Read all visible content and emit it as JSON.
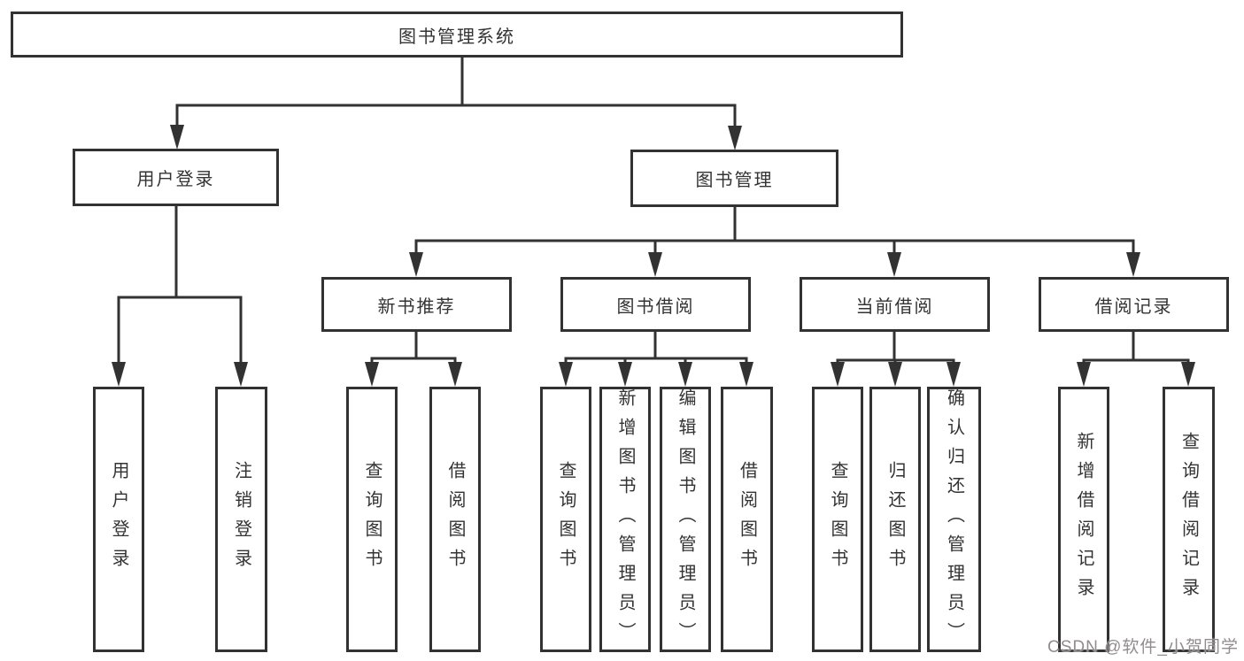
{
  "diagram_title": "图书管理系统",
  "colors": {
    "line": "#323232",
    "box_border": "#323232",
    "text": "#333333",
    "background": "#ffffff",
    "watermark": "#928c8e"
  },
  "tree": {
    "label": "图书管理系统",
    "children": [
      {
        "label": "用户登录",
        "children": [
          {
            "label": "用户登录"
          },
          {
            "label": "注销登录"
          }
        ]
      },
      {
        "label": "图书管理",
        "children": [
          {
            "label": "新书推荐",
            "children": [
              {
                "label": "查询图书"
              },
              {
                "label": "借阅图书"
              }
            ]
          },
          {
            "label": "图书借阅",
            "children": [
              {
                "label": "查询图书"
              },
              {
                "label": "新增图书（管理员）"
              },
              {
                "label": "编辑图书（管理员）"
              },
              {
                "label": "借阅图书"
              }
            ]
          },
          {
            "label": "当前借阅",
            "children": [
              {
                "label": "查询图书"
              },
              {
                "label": "归还图书"
              },
              {
                "label": "确认归还（管理员）"
              }
            ]
          },
          {
            "label": "借阅记录",
            "children": [
              {
                "label": "新增借阅记录"
              },
              {
                "label": "查询借阅记录"
              }
            ]
          }
        ]
      }
    ]
  },
  "watermark": "CSDN @软件_小贺同学"
}
